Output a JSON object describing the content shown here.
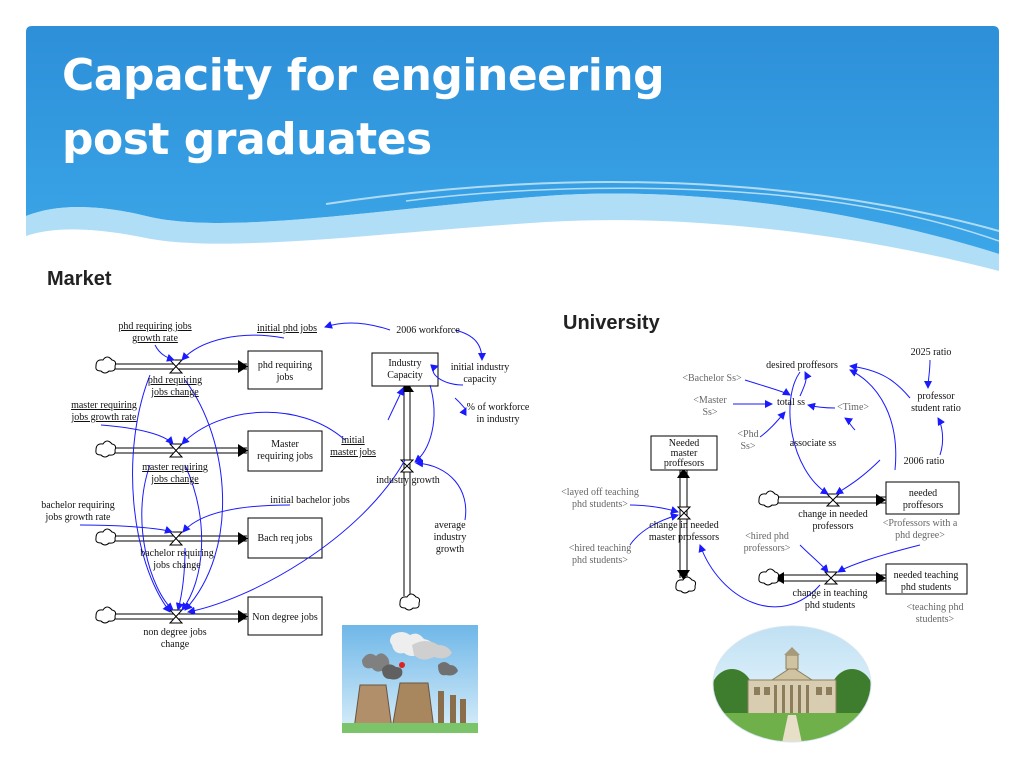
{
  "slide": {
    "title_line1": "Capacity for engineering",
    "title_line2": "post graduates",
    "market_label": "Market",
    "university_label": "University"
  },
  "colors": {
    "header_blue": "#2b96d8",
    "link_blue": "#1a1aff",
    "title_text": "#ffffff"
  },
  "market": {
    "stocks": {
      "phd": "phd requiring jobs",
      "master": "Master requiring jobs",
      "bach": "Bach req jobs",
      "nondegree": "Non degree jobs",
      "industry": "Industry Capacity"
    },
    "flows": {
      "phd": "phd requiring jobs change",
      "master": "master requiring jobs change",
      "bach": "bachelor requiring jobs change",
      "nondegree": "non degree jobs change",
      "industry": "industry growth"
    },
    "vars": {
      "phd_rate": "phd requiring jobs growth rate",
      "master_rate": "master requiring jobs growth rate",
      "bach_rate": "bachelor requiring jobs growth rate",
      "init_phd": "initial phd jobs",
      "init_master": "initial master jobs",
      "init_bach": "initial bachelor jobs",
      "workforce": "2006 workforce",
      "init_capacity": "initial industry capacity",
      "pct_workforce": "% of workforce in industry",
      "avg_growth": "average industry growth"
    }
  },
  "university": {
    "stocks": {
      "needed_master": "Needed master proffesors",
      "needed_prof": "needed proffesors",
      "needed_teaching": "needed teaching phd students"
    },
    "flows": {
      "master_change": "change in needed master professors",
      "prof_change": "change in needed professors",
      "teaching_change": "change in teaching phd students"
    },
    "vars": {
      "desired": "desired proffesors",
      "ratio_2025": "2025 ratio",
      "ratio_2006": "2006 ratio",
      "prof_ratio": "professor student ratio",
      "total_ss": "total ss",
      "associate_ss": "associate ss"
    },
    "shadows": {
      "bachelor_ss": "<Bachelor Ss>",
      "master_ss": "<Master Ss>",
      "phd_ss": "<Phd Ss>",
      "time": "<Time>",
      "layed_off": "<layed off teaching phd students>",
      "hired_teaching": "<hired teaching phd students>",
      "hired_phd": "<hired phd professors>",
      "prof_with_phd": "<Professors with a phd degree>",
      "teaching_phd": "<teaching phd students>"
    }
  }
}
